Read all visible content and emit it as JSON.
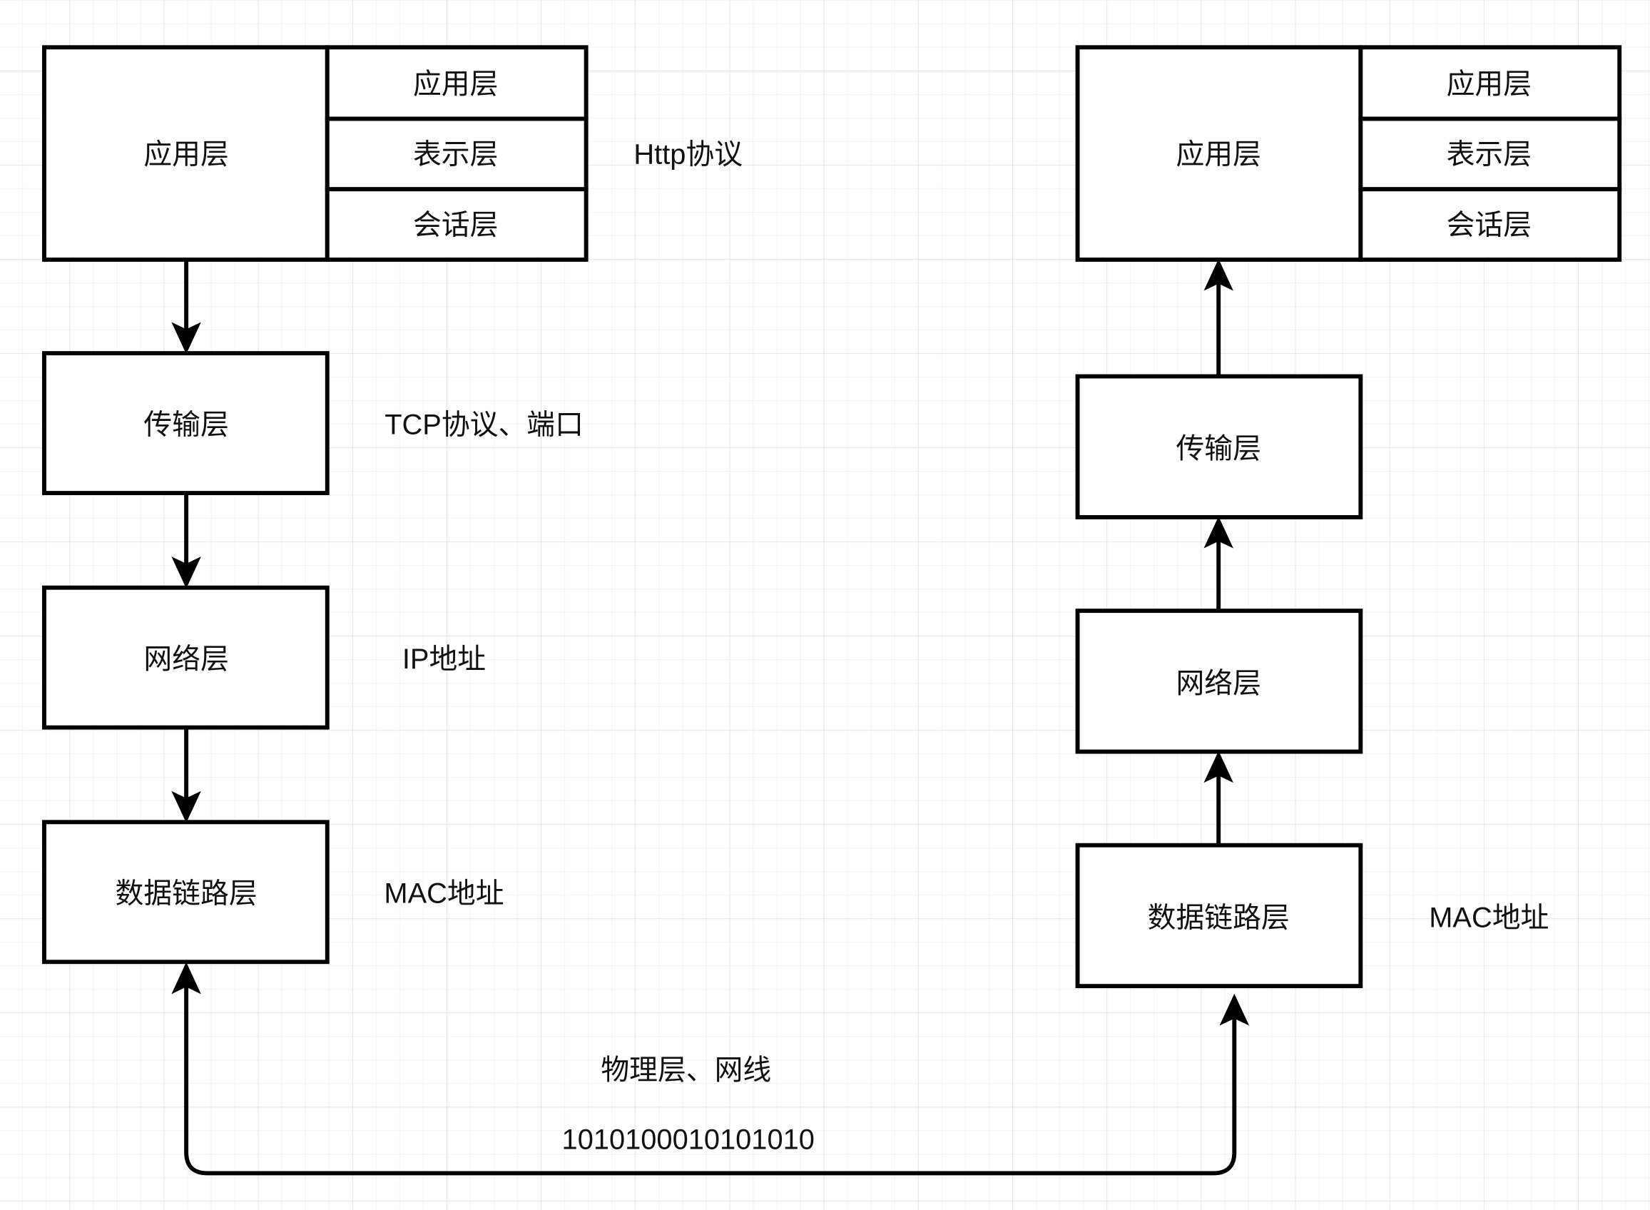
{
  "left_stack": {
    "app_group": {
      "main": "应用层",
      "sub": [
        "应用层",
        "表示层",
        "会话层"
      ]
    },
    "transport": "传输层",
    "network": "网络层",
    "datalink": "数据链路层"
  },
  "right_stack": {
    "app_group": {
      "main": "应用层",
      "sub": [
        "应用层",
        "表示层",
        "会话层"
      ]
    },
    "transport": "传输层",
    "network": "网络层",
    "datalink": "数据链路层"
  },
  "annotations": {
    "http": "Http协议",
    "tcp": "TCP协议、端口",
    "ip": "IP地址",
    "mac_left": "MAC地址",
    "mac_right": "MAC地址",
    "physical": "物理层、网线",
    "bits": "1010100010101010"
  }
}
